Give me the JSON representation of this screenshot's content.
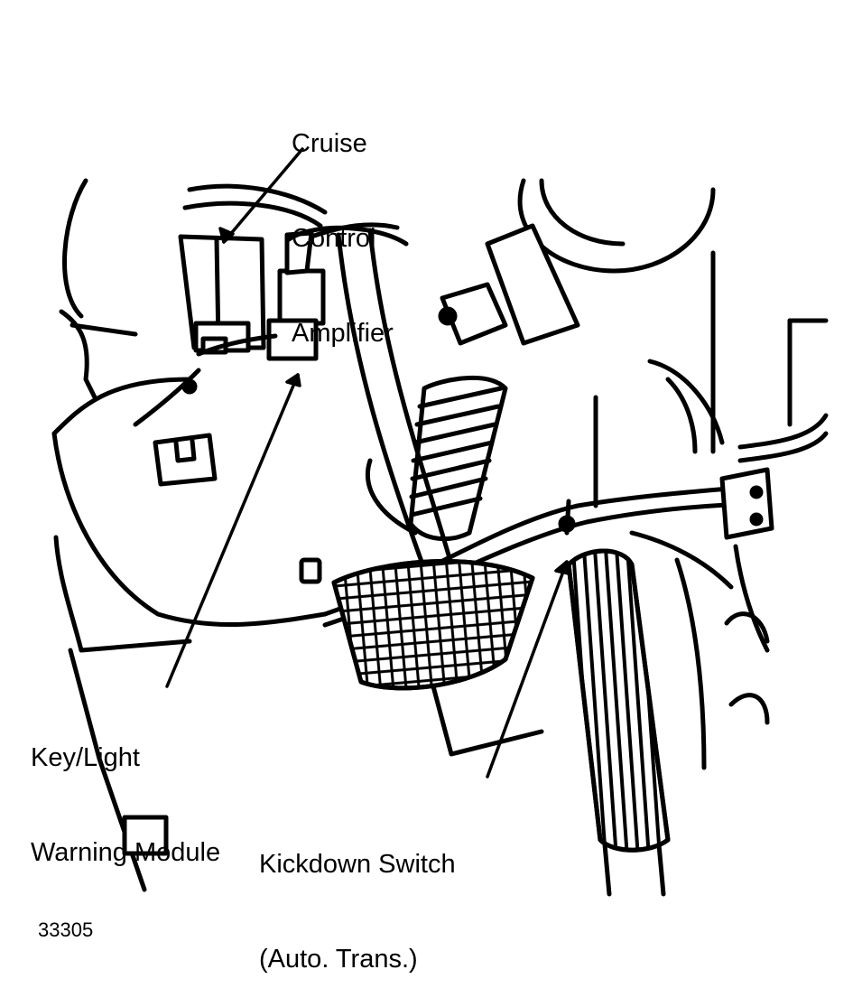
{
  "callouts": {
    "cruise_control_amplifier": [
      "Cruise",
      "Control",
      "Amplifier"
    ],
    "key_light_warning_module": [
      "Key/Light",
      "Warning Module"
    ],
    "kickdown_switch": [
      "Kickdown Switch",
      "(Auto. Trans.)"
    ]
  },
  "figure_number": "33305",
  "colors": {
    "ink": "#000000",
    "paper": "#ffffff"
  }
}
